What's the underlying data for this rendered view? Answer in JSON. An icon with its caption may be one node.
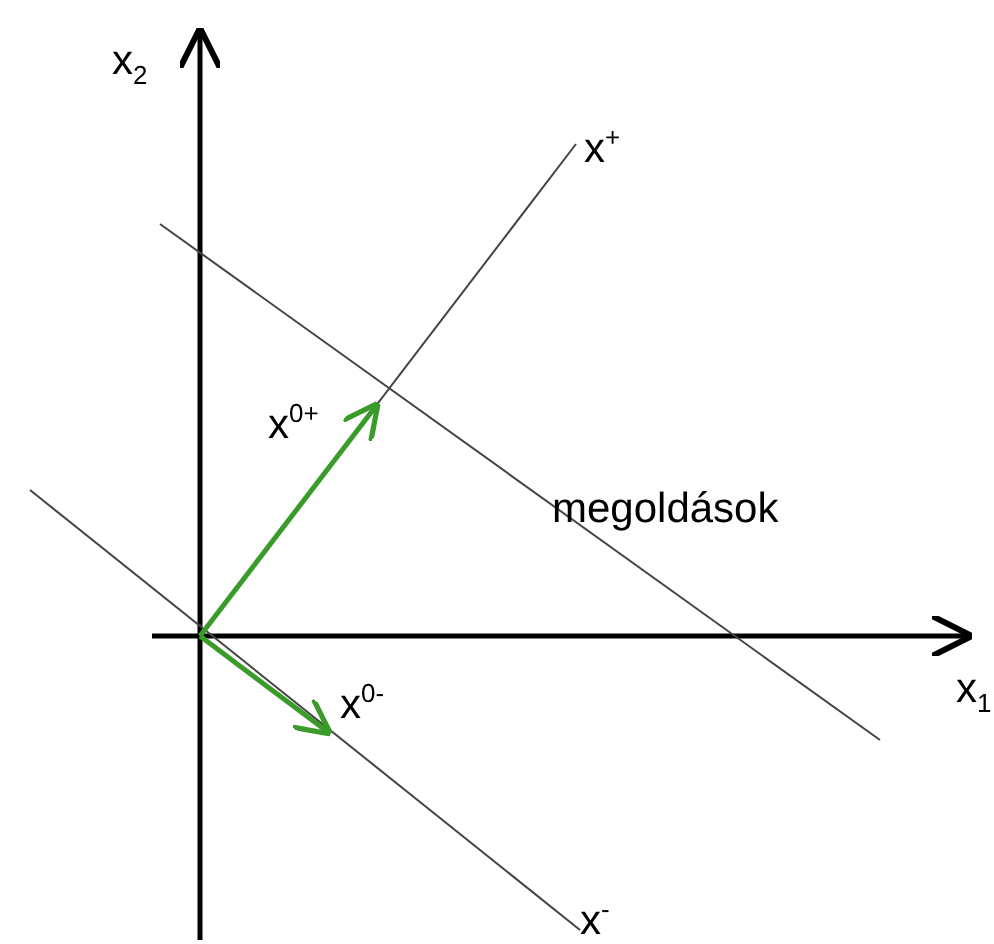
{
  "diagram": {
    "labels": [
      "x$_{2}$",
      "x$^{+}$",
      "x$^{0+}$",
      "megoldások",
      "x$^{0-}$",
      "x$_{1}$",
      "x$^{-}$"
    ]
  }
}
